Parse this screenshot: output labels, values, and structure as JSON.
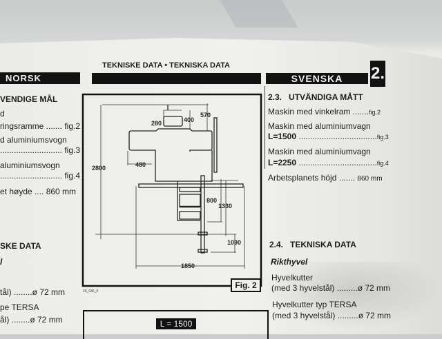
{
  "header": {
    "title": "TEKNISKE DATA • TEKNISKA DATA",
    "chapter": "2."
  },
  "norsk": {
    "label": "NORSK",
    "heading": "VENDIGE MÅL",
    "lines": [
      "d",
      "ringsramme ....... fig.2",
      "d aluminiumsvogn",
      "........................... fig.3",
      "aluminiumsvogn",
      "........................... fig.4",
      "et høyde .... 860 mm"
    ],
    "heading2": "SKE DATA",
    "sub": "l",
    "lines2": [
      "tål) ........ø 72 mm",
      "pe TERSA",
      "ål) ........ø 72 mm"
    ]
  },
  "figure": {
    "label": "Fig. 2",
    "code": "20_036_0",
    "dims": {
      "d2800": "2800",
      "d280": "280",
      "d400": "400",
      "d570": "570",
      "d480": "480",
      "d800": "800",
      "d1330": "1330",
      "d1090": "1090",
      "d1850": "1850"
    }
  },
  "figure_next": {
    "label": "L = 1500"
  },
  "svenska": {
    "label": "SVENSKA",
    "section1": {
      "number": "2.3.",
      "title": "UTVÄNDIGA MÅTT"
    },
    "items": [
      {
        "text": "Maskin med vinkelram .......",
        "ref": "fig.2"
      },
      {
        "text": "Maskin med aluminiumvagn",
        "bold": "L=1500",
        "dots": " ..................................",
        "ref": "fig.3"
      },
      {
        "text": "Maskin med aluminiumvagn",
        "bold": "L=2250",
        "dots": " ..................................",
        "ref": "fig.4"
      },
      {
        "text": "Arbetsplanets höjd .......",
        "ref": "860 mm"
      }
    ],
    "section2": {
      "number": "2.4.",
      "title": "TEKNISKA DATA"
    },
    "sub": "Rikthyvel",
    "specs": [
      {
        "line1": "Hyvelkutter",
        "line2": "(med 3 hyvelstål) .........ø 72 mm"
      },
      {
        "line1": "Hyvelkutter typ TERSA",
        "line2": "(med 3 hyvelstål) .........ø 72 mm"
      }
    ]
  }
}
